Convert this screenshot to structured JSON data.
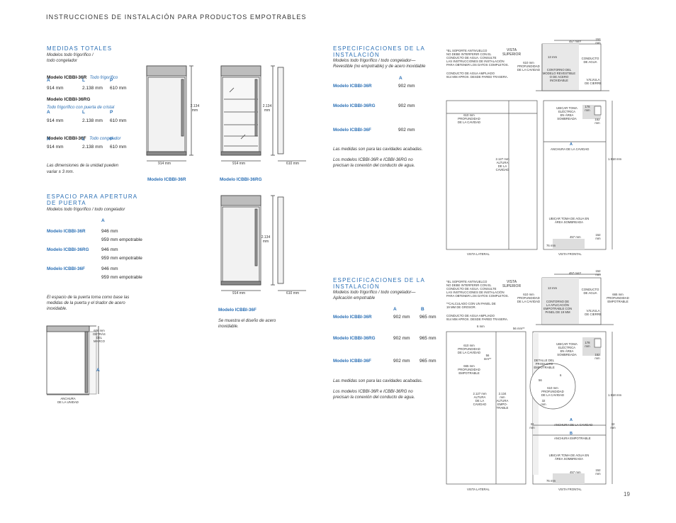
{
  "header": {
    "title": "INSTRUCCIONES DE INSTALACIÓN PARA PRODUCTOS EMPOTRABLES"
  },
  "page_number": "19",
  "medidas": {
    "title": "MEDIDAS TOTALES",
    "subtitle1": "Modelos todo frigorífico /",
    "subtitle2": "todo congelador",
    "hdr_a": "A",
    "hdr_l": "L",
    "hdr_p": "P",
    "m1_name": "Modelo ICBBI-36R",
    "m1_desc": "Todo frigorífico",
    "m1_a": "914 mm",
    "m1_l": "2.138 mm",
    "m1_p": "610 mm",
    "m2_name": "Modelo ICBBI-36RG",
    "m2_desc": "Todo frigorífico con puerta de cristal",
    "m2_a": "914 mm",
    "m2_l": "2.138 mm",
    "m2_p": "610 mm",
    "m3_name": "Modelo ICBBI-36F",
    "m3_desc": "Todo congelador",
    "m3_a": "914 mm",
    "m3_l": "2.138 mm",
    "m3_p": "610 mm",
    "note1": "Las dimensiones de la unidad pueden",
    "note2": "variar ± 3 mm."
  },
  "unit_dims": {
    "height": "2.134",
    "height_unit": "mm",
    "width": "914 mm",
    "depth": "610 mm"
  },
  "unit_captions": {
    "r": "Modelo ICBBI-36R",
    "rg": "Modelo ICBBI-36RG",
    "f": "Modelo ICBBI-36F",
    "f_note1": "Se muestra el diseño de acero",
    "f_note2": "inoxidable."
  },
  "apertura": {
    "title1": "ESPACIO PARA APERTURA",
    "title2": "DE PUERTA",
    "subtitle": "Modelos todo frigorífico / todo congelador",
    "hdr_a": "A",
    "r_name": "Modelo ICBBI-36R",
    "r_v1": "946 mm",
    "r_v2": "959 mm empotrable",
    "rg_name": "Modelo ICBBI-36RG",
    "rg_v1": "946 mm",
    "rg_v2": "959 mm empotrable",
    "f_name": "Modelo ICBBI-36F",
    "f_v1": "946 mm",
    "f_v2": "959 mm empotrable",
    "note1": "El espacio de la puerta toma como base las",
    "note2": "medidas de la puerta y el tirador de acero",
    "note3": "inoxidable.",
    "d_606": "606 mm",
    "d_detras1": "DETRÁS",
    "d_detras2": "DEL",
    "d_detras3": "MARCO",
    "d_a": "A",
    "d_anch1": "ANCHURA",
    "d_anch2": "DE LA UNIDAD"
  },
  "spec1": {
    "title1": "ESPECIFICACIONES DE LA",
    "title2": "INSTALACIÓN",
    "sub1": "Modelos todo frigorífico / todo congelador—",
    "sub2": "Revestible (no empotrable) y de acero inoxidable",
    "hdr_a": "A",
    "r_name": "Modelo ICBBI-36R",
    "r_a": "902 mm",
    "rg_name": "Modelo ICBBI-36RG",
    "rg_a": "902 mm",
    "f_name": "Modelo ICBBI-36F",
    "f_a": "902 mm",
    "note1": "Las medidas son para las cavidades acabadas.",
    "note2": "Los modelos ICBBI-36R e ICBBI-36RG no",
    "note3": "precisan la conexión del conducto de agua."
  },
  "spec2": {
    "title1": "ESPECIFICACIONES DE LA",
    "title2": "INSTALACIÓN",
    "sub1": "Modelos todo frigorífico / todo congelador—",
    "sub2": "Aplicación empotrable",
    "hdr_a": "A",
    "hdr_b": "B",
    "r_name": "Modelo ICBBI-36R",
    "r_a": "902 mm",
    "r_b": "965 mm",
    "rg_name": "Modelo ICBBI-36RG",
    "rg_a": "902 mm",
    "rg_b": "965 mm",
    "f_name": "Modelo ICBBI-36F",
    "f_a": "902 mm",
    "f_b": "965 mm",
    "note1": "Las medidas son para las cavidades acabadas.",
    "note2": "Los modelos ICBBI-36R e ICBBI-36RG no",
    "note3": "precisan la conexión del conducto de agua."
  },
  "diag1": {
    "soporte1": "*EL SOPORTE ANTIVUELCO",
    "soporte2": "NO DEBE INTERFERIR CON EL",
    "soporte3": "CONDUCTO DE AGUA. CONSULTE",
    "soporte4": "LAS INSTRUCCIONES DE INSTALACIÓN",
    "soporte5": "PARA OBTENER LOS DATOS COMPLETOS.",
    "conducto1": "CONDUCTO DE AGUA AMPLIADO",
    "conducto2": "914 MM APROX. DESDE PARED TRASERA.",
    "vista_sup1": "VISTA",
    "vista_sup2": "SUPERIOR",
    "d610": "610 mm",
    "prof1": "PROFUNDIDAD",
    "prof2": "DE LA CAVIDAD",
    "d13": "13 mm",
    "d457": "457 mm*",
    "d152": "152",
    "mm": "mm",
    "cond_agua1": "CONDUCTO",
    "cond_agua2": "DE AGUA",
    "contorno1": "CONTORNO DEL",
    "contorno2": "MODELO REVESTIBLE",
    "contorno3": "O DE ACERO",
    "contorno4": "INOXIDABLE",
    "valvula1": "VÁLVULA",
    "valvula2": "DE CIERRE",
    "ubicar1": "UBICAR TOMA",
    "ubicar2": "ELÉCTRICA",
    "ubicar3": "EN ÁREA",
    "ubicar4": "SOMBREADA",
    "d178": "178",
    "d152b": "152",
    "d610b": "610 mm",
    "prof3": "PROFUNDIDAD",
    "prof4": "DE LA CAVIDAD",
    "d2127": "2.127 mm",
    "alt1": "ALTURA",
    "alt2": "DE LA",
    "alt3": "CAVIDAD",
    "a": "A",
    "anchura": "ANCHURA DE LA CAVIDAD",
    "d1918": "1.918 mm",
    "ubicar_agua1": "UBICAR TOMA DE AGUA EN",
    "ubicar_agua2": "ÁREA SOMBREADA",
    "d457b": "457 mm",
    "d152c": "152",
    "d76": "76 mm",
    "lateral": "VISTA LATERAL",
    "frontal": "VISTA FRONTAL"
  },
  "diag2": {
    "soporte1": "*EL SOPORTE ANTIVUELCO",
    "soporte2": "NO DEBE INTERFERIR CON EL",
    "soporte3": "CONDUCTO DE AGUA. CONSULTE",
    "soporte4": "LAS INSTRUCCIONES DE INSTALACIÓN",
    "soporte5": "PARA OBTENER LOS DATOS COMPLETOS.",
    "calc1": "**CALCULADO CON UN PANEL DE",
    "calc2": "19 MM DE GROSOR.",
    "conducto1": "CONDUCTO DE AGUA AMPLIADO",
    "conducto2": "914 MM APROX. DESDE PARED TRASERA.",
    "vista_sup1": "VISTA",
    "vista_sup2": "SUPERIOR",
    "d610": "610 mm",
    "prof1": "PROFUNDIDAD",
    "prof2": "DE LA CAVIDAD",
    "d13": "13 mm",
    "d457": "457 mm*",
    "d152": "152",
    "mm": "mm",
    "cond_agua1": "CONDUCTO",
    "cond_agua2": "DE AGUA",
    "d665": "665 mm",
    "prof_emp1": "PROFUNDIDAD",
    "prof_emp2": "EMPOTRABLE",
    "contorno1": "CONTORNO DE",
    "contorno2": "LA APLICACIÓN",
    "contorno3": "EMPOTRABLE CON",
    "contorno4": "PANEL DE 19 MM",
    "valvula1": "VÁLVULA",
    "valvula2": "DE CIERRE",
    "d56": "56 mm**",
    "d6": "6 mm",
    "ubicar1": "UBICAR TOMA",
    "ubicar2": "ELÉCTRICA",
    "ubicar3": "EN ÁREA",
    "ubicar4": "SOMBREADA",
    "d178": "178",
    "d152b": "152",
    "d610b": "610 mm",
    "prof3": "PROFUNDIDAD",
    "prof4": "DE LA CAVIDAD",
    "d56b": "56",
    "d56c": "mm**",
    "d665b": "665 mm",
    "prof5": "PROFUNDIDAD",
    "prof6": "EMPOTRABLE",
    "detalle1": "DETALLE DEL",
    "detalle2": "PRODUCTO",
    "detalle3": "EMPOTRABLE",
    "d6b": "6",
    "d56d": "56",
    "d610c": "610 mm",
    "prof7": "PROFUNDIDAD",
    "prof8": "DE LA CAVIDAD",
    "d32a": "32",
    "d32mm": "mm",
    "d2127": "2.127 mm",
    "alt1": "ALTURA",
    "alt2": "DE LA",
    "alt3": "CAVIDAD",
    "d2134": "2.134",
    "mm2": "mm",
    "alt4": "ALTURA",
    "alt5": "EMPO-",
    "alt6": "TRABLE",
    "a": "A",
    "anchura": "ANCHURA DE LA CAVIDAD",
    "b": "B",
    "anchura_emp": "ANCHURA EMPOTRABLE",
    "d32b": "32",
    "d32c": "32",
    "d1918": "1.918 mm",
    "ubicar_agua1": "UBICAR TOMA DE AGUA EN",
    "ubicar_agua2": "ÁREA SOMBREADA",
    "d457b": "457 mm",
    "d152c": "152",
    "d76": "76 mm",
    "lateral": "VISTA LATERAL",
    "frontal": "VISTA FRONTAL"
  }
}
